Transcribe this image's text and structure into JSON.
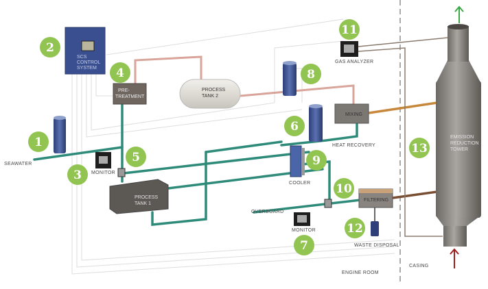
{
  "colors": {
    "badge": "#92c452",
    "water_pipe": "#2e8b7a",
    "gas_pipe": "#d9a49a",
    "mix_pipe": "#c8883c",
    "filter_pipe": "#7a4e32",
    "exhaust_out": "#3aa645",
    "exhaust_in": "#a01c1c",
    "equipment_blue": "#3a4f8f"
  },
  "components": {
    "control": "SCS CONTROL SYSTEM",
    "control_lines": [
      "SCS",
      "CONTROL",
      "SYSTEM"
    ],
    "pretreatment_lines": [
      "PRE-",
      "TREATMENT"
    ],
    "tank2_lines": [
      "PROCESS",
      "TANK 2"
    ],
    "tank1_lines": [
      "PROCESS",
      "TANK 1"
    ],
    "mixing": "MIXING",
    "filtering": "FILTERING",
    "tower_lines": [
      "EMISSION",
      "REDUCTION",
      "TOWER"
    ]
  },
  "labels": {
    "seawater": "SEAWATER",
    "monitor_3": "MONITOR",
    "gas_analyzer": "GAS ANALYZER",
    "heat_recovery": "HEAT RECOVERY",
    "cooler": "COOLER",
    "overboard": "OVERBOARD",
    "monitor_7": "MONITOR",
    "waste_disposal": "WASTE DISPOSAL",
    "engine_room": "ENGINE ROOM",
    "casing": "CASING"
  },
  "badges": [
    "1",
    "2",
    "3",
    "4",
    "5",
    "6",
    "7",
    "8",
    "9",
    "10",
    "11",
    "12",
    "13"
  ]
}
